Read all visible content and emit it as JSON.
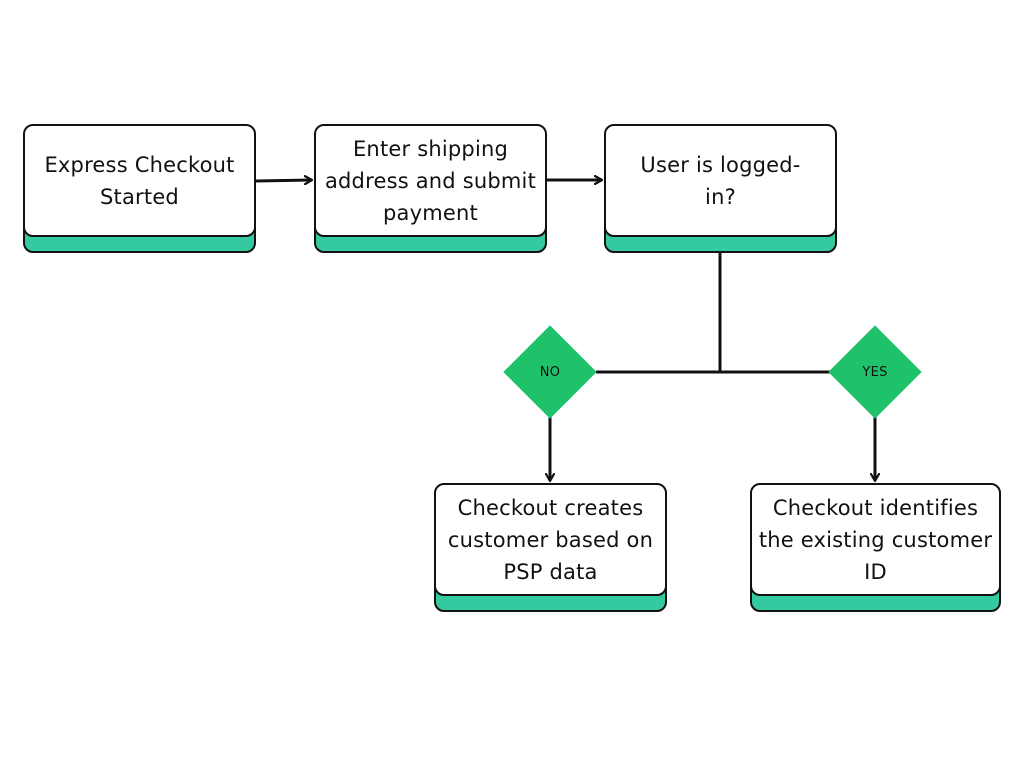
{
  "colors": {
    "accent": "#35c9a0",
    "decision_fill": "#1fc16b",
    "line": "#111111",
    "background": "#ffffff"
  },
  "nodes": {
    "express_checkout": {
      "label": "Express Checkout Started"
    },
    "enter_shipping": {
      "label": "Enter shipping address and submit payment"
    },
    "user_logged_in": {
      "label": "User is logged-in?"
    },
    "creates_customer": {
      "label": "Checkout creates customer based on PSP data"
    },
    "identifies_customer": {
      "label": "Checkout identifies the existing customer ID"
    }
  },
  "decisions": {
    "no": {
      "label": "NO"
    },
    "yes": {
      "label": "YES"
    }
  }
}
